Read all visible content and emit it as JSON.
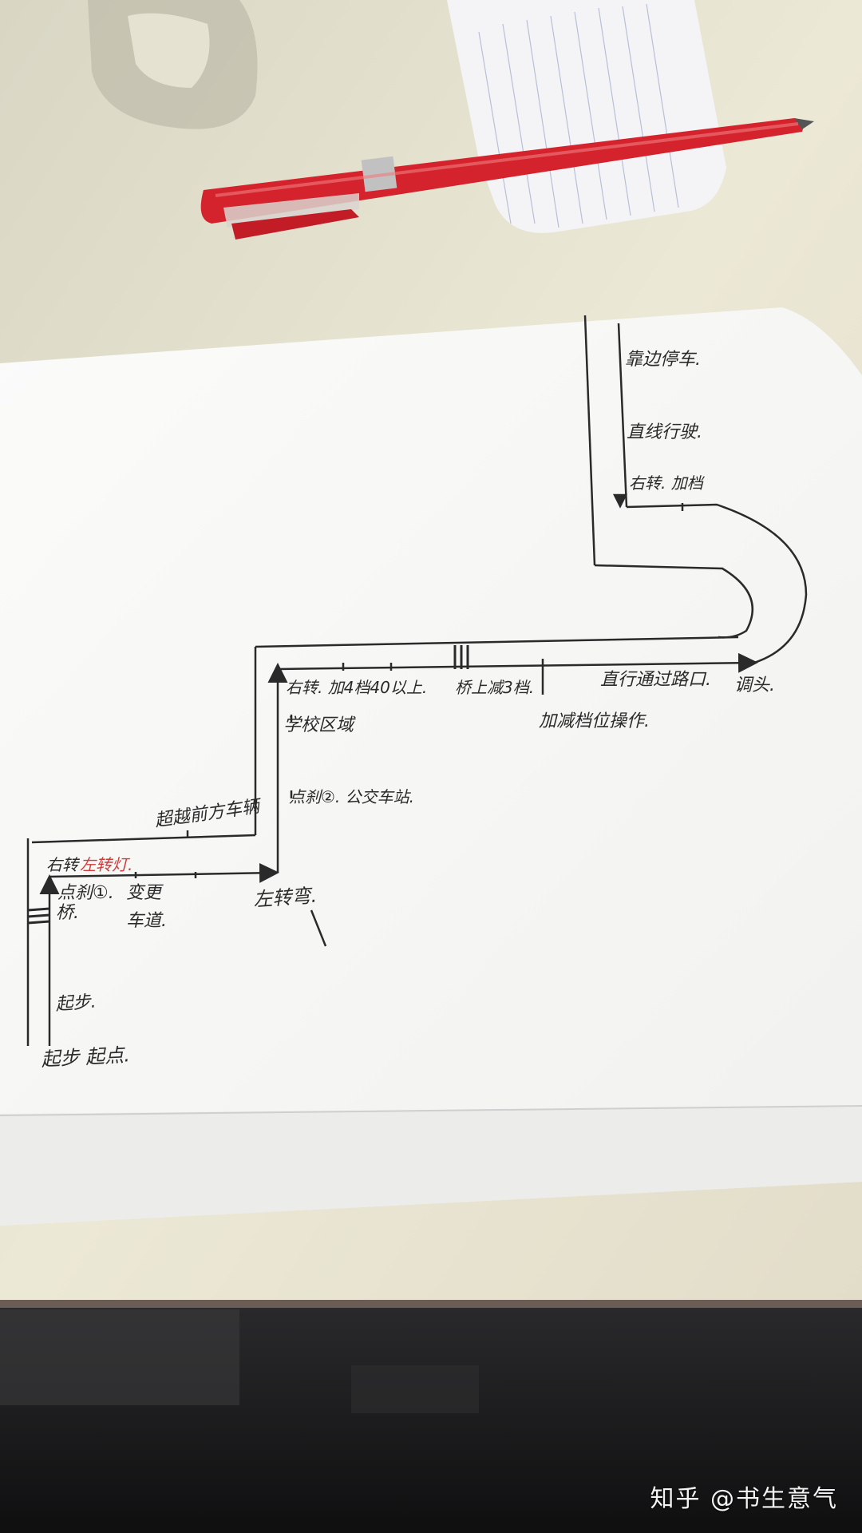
{
  "labels": {
    "start_point": "起步 起点.",
    "start_off": "起步.",
    "bridge": "桥.",
    "brake_1": "点刹①.",
    "change_lane_1": "变更",
    "change_lane_2": "车道.",
    "right_turn_left_light_a": "右转",
    "right_turn_left_light_b": "左转灯.",
    "overtake": "超越前方车辆",
    "left_turn_bend": "左转弯.",
    "brake_2": "点刹②. 公交车站.",
    "school_zone": "学校区域",
    "right_turn_accel": "右转. 加4档40以上.",
    "bridge_down3": "桥上减3档.",
    "accel_decel": "加减档位操作.",
    "straight_intersection": "直行通过路口.",
    "u_turn": "调头.",
    "right_turn_gear": "右转. 加档",
    "straight_drive": "直线行驶.",
    "pull_over": "靠边停车."
  },
  "watermark": "知乎 @书生意气",
  "colors": {
    "paper": "#f7f7f5",
    "table": "#e7e2cf",
    "pen_red": "#d4232d",
    "ink": "#2a2a2a",
    "red_annotation": "#d23a3a"
  }
}
